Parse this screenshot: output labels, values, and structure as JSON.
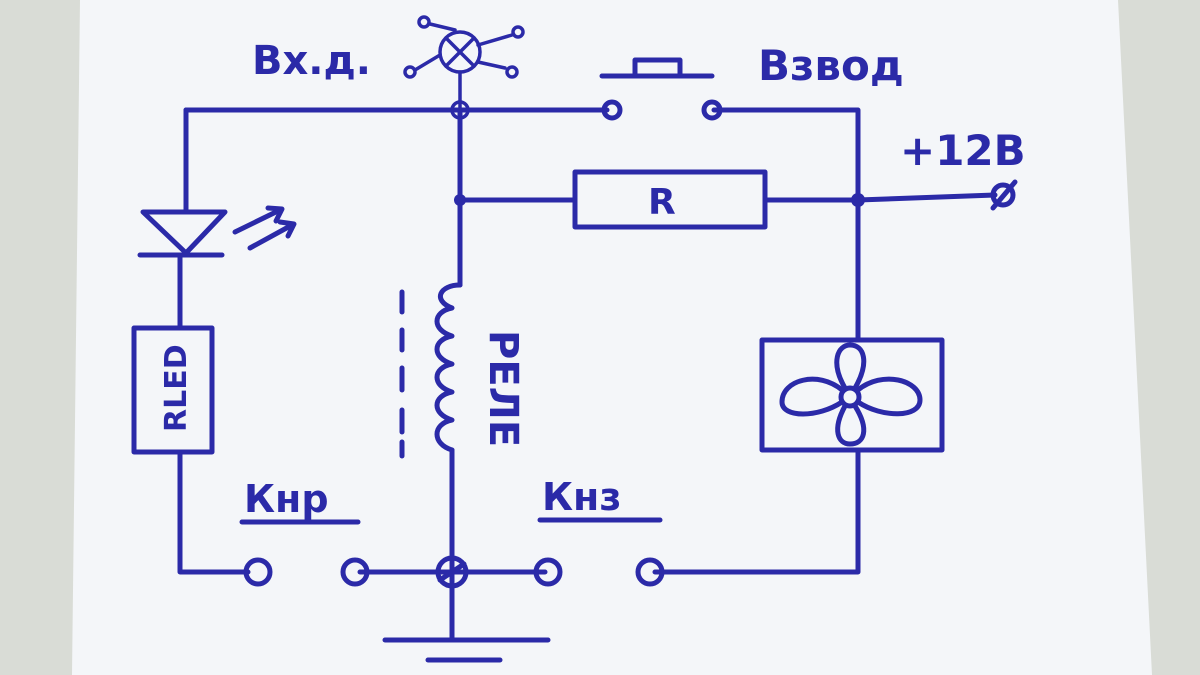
{
  "diagram": {
    "labels": {
      "input": "Вх.д.",
      "arm": "Взвод",
      "supply": "+12В",
      "resistor": "R",
      "led_resistor": "RLED",
      "relay": "РЕЛЕ",
      "contact_nc": "Кнр",
      "contact_no": "Кнз"
    },
    "colors": {
      "ink": "#2b2aa8",
      "paper": "#f4f6f9",
      "background": "#d9dcd6"
    }
  }
}
